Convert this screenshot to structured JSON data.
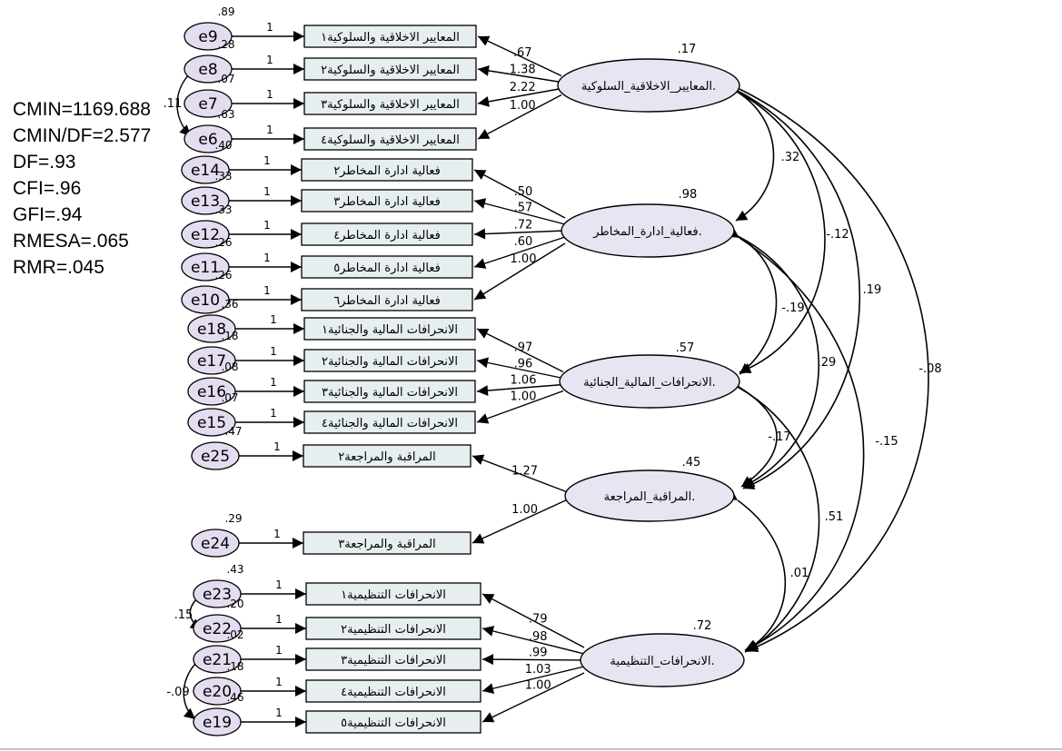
{
  "fit_indices": [
    "CMIN=1169.688",
    "CMIN/DF=2.577",
    "DF=.93",
    "CFI=.96",
    "GFI=.94",
    "RMESA=.065",
    "RMR=.045"
  ],
  "colors": {
    "observed_fill": "#e6eef0",
    "latent_fill": "#e8e4f2",
    "error_fill": "#e4dcf0",
    "stroke": "#000000"
  },
  "latents": [
    {
      "id": "L1",
      "label": ".المعايير_الاخلاقية_السلوكية",
      "r2": ".17"
    },
    {
      "id": "L2",
      "label": ".فعالية_ادارة_المخاطر",
      "r2": ".98"
    },
    {
      "id": "L3",
      "label": ".الانحرافات_المالية_الجنائية",
      "r2": ".57"
    },
    {
      "id": "L4",
      "label": ".المراقبة_المراجعة",
      "r2": ".45"
    },
    {
      "id": "L5",
      "label": ".الانحرافات_التنظيمية",
      "r2": ".72"
    }
  ],
  "observed": [
    {
      "label": "المعايير الاخلاقية والسلوكية١",
      "error": "e9",
      "error_var": ".89",
      "one": "1",
      "loading": ".67",
      "latent": "L1"
    },
    {
      "label": "المعايير الاخلاقية والسلوكية٢",
      "error": "e8",
      "error_var": ".28",
      "one": "1",
      "loading": "1.38",
      "latent": "L1"
    },
    {
      "label": "المعايير الاخلاقية والسلوكية٣",
      "error": "e7",
      "error_var": ".07",
      "one": "1",
      "loading": "2.22",
      "latent": "L1"
    },
    {
      "label": "المعايير الاخلاقية والسلوكية٤",
      "error": "e6",
      "error_var": ".63",
      "one": "1",
      "loading": "1.00",
      "latent": "L1"
    },
    {
      "label": "فعالية ادارة المخاطر٢",
      "error": "e14",
      "error_var": ".40",
      "one": "1",
      "loading": ".50",
      "latent": "L2"
    },
    {
      "label": "فعالية ادارة المخاطر٣",
      "error": "e13",
      "error_var": ".33",
      "one": "1",
      "loading": ".57",
      "latent": "L2"
    },
    {
      "label": "فعالية ادارة المخاطر٤",
      "error": "e12",
      "error_var": ".33",
      "one": "1",
      "loading": ".72",
      "latent": "L2"
    },
    {
      "label": "فعالية ادارة المخاطر٥",
      "error": "e11",
      "error_var": ".26",
      "one": "1",
      "loading": ".60",
      "latent": "L2"
    },
    {
      "label": "فعالية ادارة المخاطر٦",
      "error": "e10",
      "error_var": ".26",
      "one": "1",
      "loading": "1.00",
      "latent": "L2"
    },
    {
      "label": "الانحرافات المالية والجنائية١",
      "error": "e18",
      "error_var": ".36",
      "one": "1",
      "loading": ".97",
      "latent": "L3"
    },
    {
      "label": "الانحرافات المالية والجنائية٢",
      "error": "e17",
      "error_var": ".18",
      "one": "1",
      "loading": ".96",
      "latent": "L3"
    },
    {
      "label": "الانحرافات المالية والجنائية٣",
      "error": "e16",
      "error_var": ".08",
      "one": "1",
      "loading": "1.06",
      "latent": "L3"
    },
    {
      "label": "الانحرافات المالية والجنائية٤",
      "error": "e15",
      "error_var": ".07",
      "one": "1",
      "loading": "1.00",
      "latent": "L3"
    },
    {
      "label": "المراقبة والمراجعة٢",
      "error": "e25",
      "error_var": ".47",
      "one": "1",
      "loading": "1.27",
      "latent": "L4"
    },
    {
      "label": "المراقبة والمراجعة٣",
      "error": "e24",
      "error_var": ".29",
      "one": "1",
      "loading": "1.00",
      "latent": "L4"
    },
    {
      "label": "الانحرافات التنظيمية١",
      "error": "e23",
      "error_var": ".43",
      "one": "1",
      "loading": ".79",
      "latent": "L5"
    },
    {
      "label": "الانحرافات التنظيمية٢",
      "error": "e22",
      "error_var": ".20",
      "one": "1",
      "loading": ".98",
      "latent": "L5"
    },
    {
      "label": "الانحرافات التنظيمية٣",
      "error": "e21",
      "error_var": ".02",
      "one": "1",
      "loading": ".99",
      "latent": "L5"
    },
    {
      "label": "الانحرافات التنظيمية٤",
      "error": "e20",
      "error_var": ".18",
      "one": "1",
      "loading": "1.03",
      "latent": "L5"
    },
    {
      "label": "الانحرافات التنظيمية٥",
      "error": "e19",
      "error_var": ".46",
      "one": "1",
      "loading": "1.00",
      "latent": "L5"
    }
  ],
  "latent_covariances": [
    {
      "from": "L1",
      "to": "L2",
      "value": ".32"
    },
    {
      "from": "L1",
      "to": "L3",
      "value": "-.12"
    },
    {
      "from": "L1",
      "to": "L4",
      "value": ".19"
    },
    {
      "from": "L1",
      "to": "L5",
      "value": "-.08"
    },
    {
      "from": "L2",
      "to": "L3",
      "value": "-.19"
    },
    {
      "from": "L2",
      "to": "L4",
      "value": ".29"
    },
    {
      "from": "L2",
      "to": "L5",
      "value": "-.15"
    },
    {
      "from": "L3",
      "to": "L4",
      "value": "-.17"
    },
    {
      "from": "L3",
      "to": "L5",
      "value": ".51"
    },
    {
      "from": "L4",
      "to": "L5",
      "value": ".01"
    }
  ],
  "error_covariances": [
    {
      "from": "e8",
      "to": "e6",
      "value": ".11"
    },
    {
      "from": "e23",
      "to": "e22",
      "value": ".15"
    },
    {
      "from": "e21",
      "to": "e19",
      "value": "-.09"
    }
  ]
}
